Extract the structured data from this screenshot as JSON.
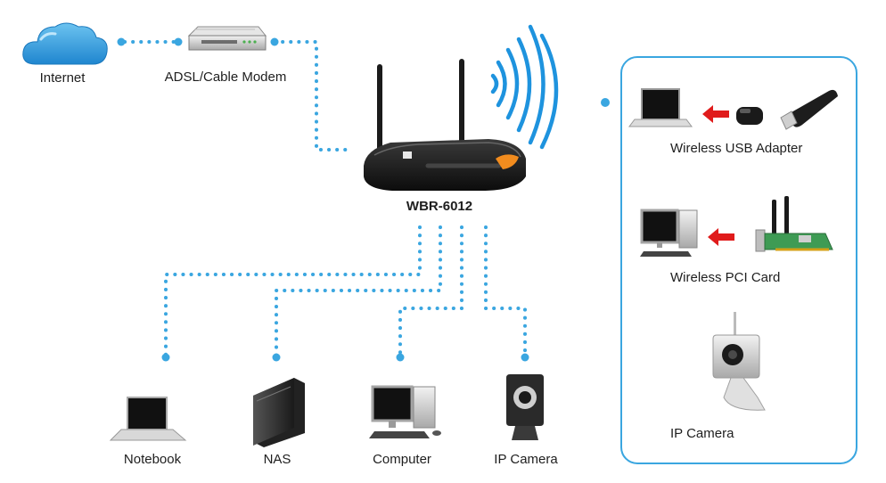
{
  "labels": {
    "internet": "Internet",
    "modem": "ADSL/Cable Modem",
    "router": "WBR-6012",
    "usb_adapter": "Wireless USB Adapter",
    "pci_card": "Wireless PCI Card",
    "ip_camera_wireless": "IP Camera",
    "notebook": "Notebook",
    "nas": "NAS",
    "computer": "Computer",
    "ip_camera_wired": "IP Camera"
  },
  "colors": {
    "link": "#3aa6e0",
    "panel_border": "#3aa6e0",
    "arrow": "#e01b1b",
    "router_body": "#1c1c1c",
    "router_accent": "#f28c1e"
  }
}
